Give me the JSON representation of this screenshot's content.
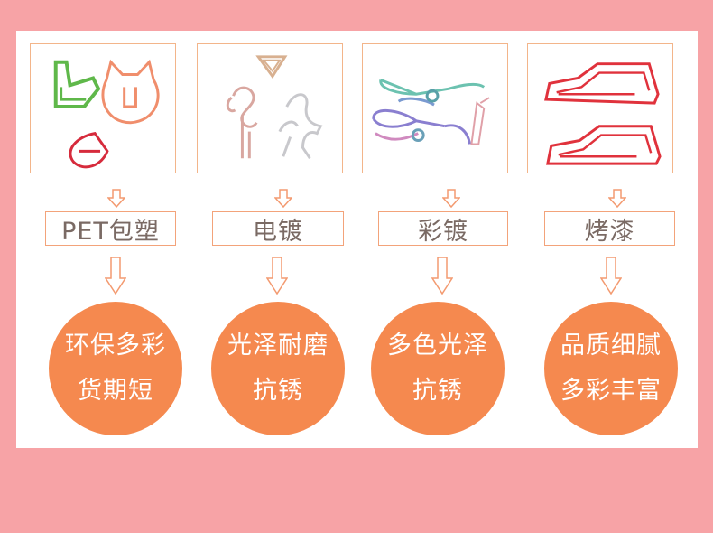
{
  "colors": {
    "background": "#f7a3a6",
    "panel": "#ffffff",
    "accent_orange": "#f5894f",
    "box_border": "#f3a37a",
    "label_text": "#7a6a64"
  },
  "columns": [
    {
      "photo_icon": "animal-paper-clips-icon",
      "label": "PET包塑",
      "circle_line1": "环保多彩",
      "circle_line2": "货期短"
    },
    {
      "photo_icon": "flamingo-paper-clips-icon",
      "label": "电镀",
      "circle_line1": "光泽耐磨",
      "circle_line2": "抗锈"
    },
    {
      "photo_icon": "iridescent-clips-icon",
      "label": "彩镀",
      "circle_line1": "多色光泽",
      "circle_line2": "抗锈"
    },
    {
      "photo_icon": "car-paper-clips-icon",
      "label": "烤漆",
      "circle_line1": "品质细腻",
      "circle_line2": "多彩丰富"
    }
  ]
}
